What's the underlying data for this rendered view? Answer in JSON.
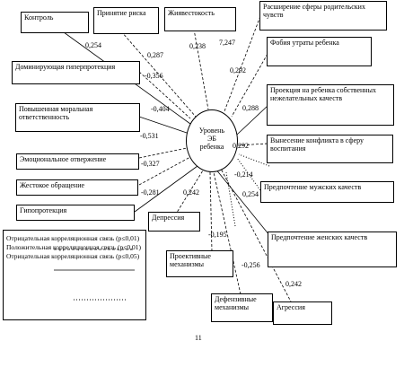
{
  "center": {
    "line1": "Уровень",
    "line2": "ЭБ",
    "line3": "ребенка"
  },
  "boxes": {
    "kontrol": "Контроль",
    "prinyatie": "Принятие риска",
    "zhestokost": "Жиявестокость",
    "rasshirenie": "Расширение сферы родительских чувств",
    "dominir": "Доминирующая гиперпротекция",
    "fobiya": "Фобия утраты ребенка",
    "povysh": "Повышенная моральная ответственность",
    "proekciya": "Проекция на ребенка собственных нежелательных качеств",
    "emocion": "Эмоциональное отвержение",
    "vynesenie": "Вынесение конфликта в сферу воспитания",
    "zhestokoe": "Жестокое обращение",
    "muzh": "Предпочтение мужских качеств",
    "gipopro": "Гипопротекция",
    "depressiya": "Депрессия",
    "zhensk": "Предпочтение женских качеств",
    "proektiv": "Проективные механизмы",
    "defens": "Дефензивные механизмы",
    "agressiya": "Агрессия"
  },
  "values": {
    "v0254": "0,254",
    "v0287": "0,287",
    "v0238": "0,238",
    "v7247": "7,247",
    "v0356": "-0,356",
    "v0292a": "0,292",
    "v0404": "-0,404",
    "v0288": "0,288",
    "v0531": "-0,531",
    "v0292b": "0,292",
    "v0327": "-0,327",
    "v0214": "-0,214",
    "v0281": "-0,281",
    "v0242a": "0,242",
    "v0254b": "0,254",
    "v0195": "-0,195",
    "v0256": "-0,256",
    "v0242b": "0,242"
  },
  "legend": {
    "neg1": "Отрицательная корреляционная связь (р≤0,01)",
    "pos1": "Положительная корреляционная связь (р≤0,01)",
    "neg2": "Отрицательная корреляционная связь (р≤0,05)"
  },
  "page_number": "11"
}
